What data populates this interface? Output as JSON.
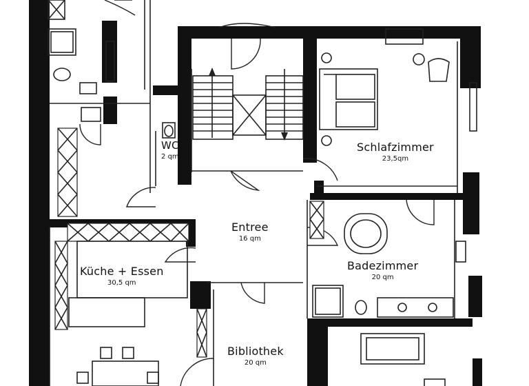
{
  "rooms": {
    "wc": {
      "name": "WC",
      "area": "2 qm"
    },
    "schlaf": {
      "name": "Schlafzimmer",
      "area": "23,5qm"
    },
    "entree": {
      "name": "Entree",
      "area": "16 qm"
    },
    "kueche": {
      "name": "Küche + Essen",
      "area": "30,5 qm"
    },
    "bad": {
      "name": "Badezimmer",
      "area": "20 qm"
    },
    "biblio": {
      "name": "Bibliothek",
      "area": "20 qm"
    }
  },
  "colors": {
    "wall": "#111111",
    "line": "#222222",
    "background": "#ffffff"
  }
}
